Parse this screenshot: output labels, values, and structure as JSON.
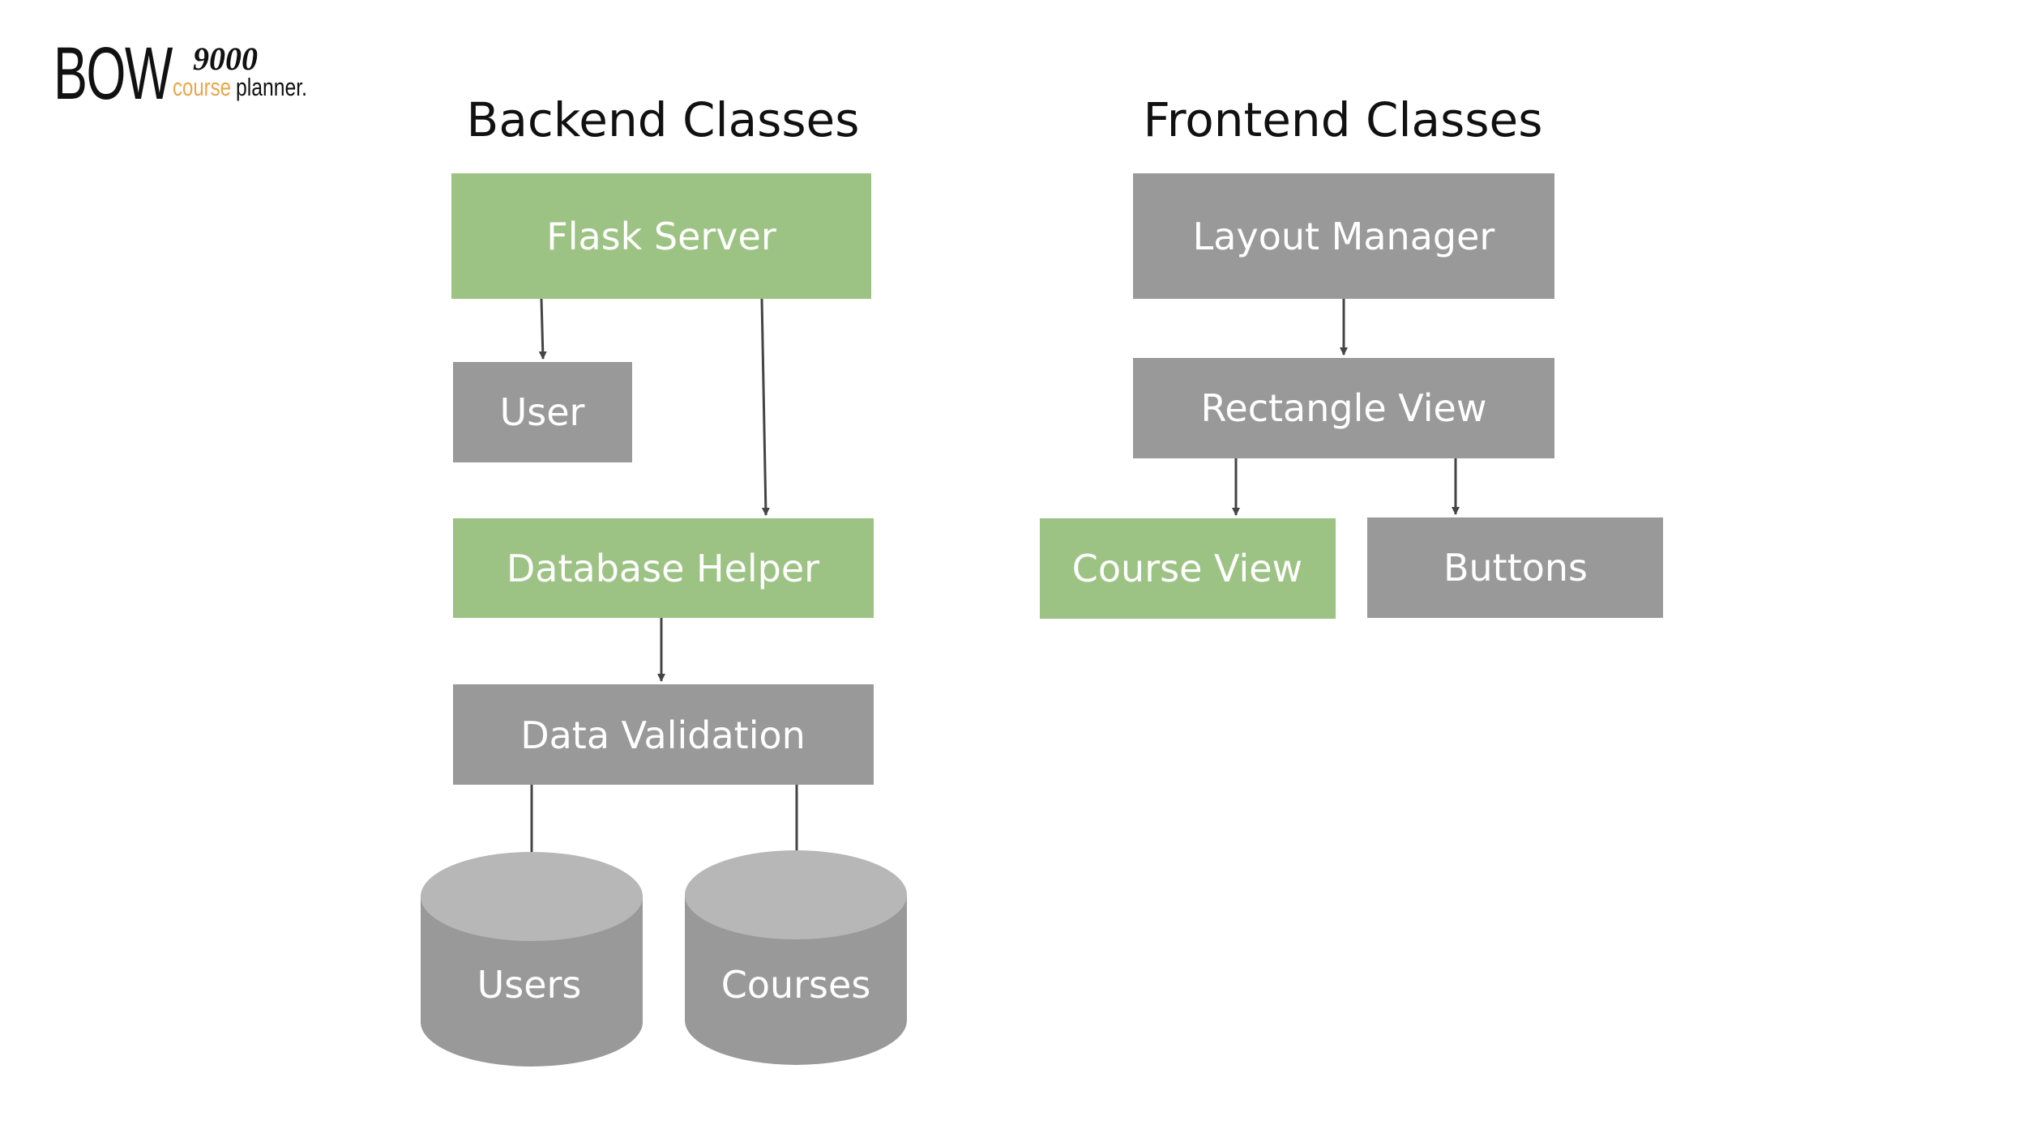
{
  "logo": {
    "brand": "BOW",
    "number": "9000",
    "subtitle_accent": "course",
    "subtitle_rest": "planner."
  },
  "headings": {
    "backend": "Backend Classes",
    "frontend": "Frontend Classes"
  },
  "nodes": {
    "flask_server": "Flask Server",
    "user": "User",
    "database_helper": "Database Helper",
    "data_validation": "Data Validation",
    "users_db": "Users",
    "courses_db": "Courses",
    "layout_manager": "Layout Manager",
    "rectangle_view": "Rectangle View",
    "course_view": "Course View",
    "buttons": "Buttons"
  },
  "edges": [
    {
      "from": "Flask Server",
      "to": "User"
    },
    {
      "from": "Flask Server",
      "to": "Database Helper"
    },
    {
      "from": "Database Helper",
      "to": "Data Validation"
    },
    {
      "from": "Data Validation",
      "to": "Users"
    },
    {
      "from": "Data Validation",
      "to": "Courses"
    },
    {
      "from": "Layout Manager",
      "to": "Rectangle View"
    },
    {
      "from": "Rectangle View",
      "to": "Course View"
    },
    {
      "from": "Rectangle View",
      "to": "Buttons"
    }
  ],
  "colors": {
    "highlight_class": "#9dc384",
    "standard_class": "#999999",
    "database_top": "#b7b7b7",
    "logo_accent": "#e8a64b",
    "edge": "#444444"
  }
}
